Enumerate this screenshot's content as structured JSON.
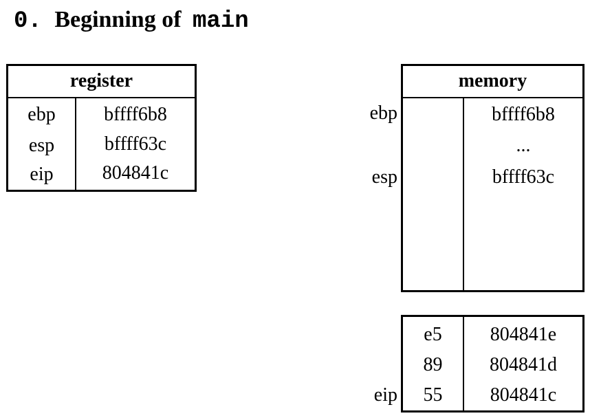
{
  "title": {
    "index": "0.",
    "text": "Beginning of",
    "func": "main"
  },
  "register": {
    "header": "register",
    "rows": [
      {
        "name": "ebp",
        "value": "bffff6b8"
      },
      {
        "name": "esp",
        "value": "bffff63c"
      },
      {
        "name": "eip",
        "value": "804841c"
      }
    ]
  },
  "memory": {
    "header": "memory",
    "rows": [
      {
        "pointer": "ebp",
        "value": "bffff6b8"
      },
      {
        "pointer": "",
        "value": "..."
      },
      {
        "pointer": "esp",
        "value": "bffff63c"
      }
    ]
  },
  "code": {
    "rows": [
      {
        "byte": "e5",
        "address": "804841e",
        "pointer": ""
      },
      {
        "byte": "89",
        "address": "804841d",
        "pointer": ""
      },
      {
        "byte": "55",
        "address": "804841c",
        "pointer": "eip"
      }
    ]
  }
}
